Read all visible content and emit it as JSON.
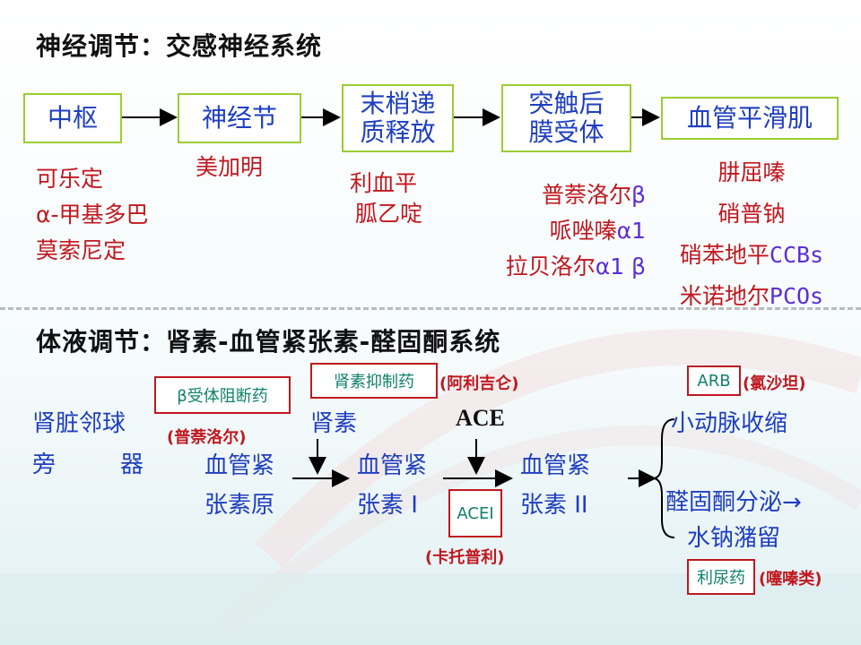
{
  "sections": {
    "neural_title": "神经调节：交感神经系统",
    "humoral_title": "体液调节：肾素-血管紧张素-醛固酮系统"
  },
  "neural": {
    "nodes": {
      "center": "中枢",
      "ganglion": "神经节",
      "ending_line1": "末梢递",
      "ending_line2": "质释放",
      "receptor_line1": "突触后",
      "receptor_line2": "膜受体",
      "smooth_muscle": "血管平滑肌"
    },
    "drugs": {
      "center": [
        "可乐定",
        "α-甲基多巴",
        "莫索尼定"
      ],
      "ganglion": [
        "美加明"
      ],
      "ending": [
        "利血平",
        "胍乙啶"
      ],
      "receptor": [
        {
          "name": "普萘洛尔",
          "suffix": "β"
        },
        {
          "name": "哌唑嗪",
          "suffix": "α1"
        },
        {
          "name": "拉贝洛尔",
          "suffix": "α1 β"
        }
      ],
      "smooth_muscle": [
        {
          "name": "肼屈嗪",
          "suffix": ""
        },
        {
          "name": "硝普钠",
          "suffix": ""
        },
        {
          "name": "硝苯地平",
          "suffix": "CCBs"
        },
        {
          "name": "米诺地尔",
          "suffix": "PCOs"
        }
      ]
    }
  },
  "humoral": {
    "jga_line1": "肾脏邻球",
    "jga_line2_a": "旁",
    "jga_line2_b": "器",
    "beta_blocker_box": "β受体阻断药",
    "beta_blocker_example": "(普萘洛尔)",
    "renin_inhibitor_box": "肾素抑制药",
    "renin_inhibitor_example": "(阿利吉仑)",
    "renin": "肾素",
    "ace": "ACE",
    "angiotensinogen_line1": "血管紧",
    "angiotensinogen_line2": "张素原",
    "ang1_line1": "血管紧",
    "ang1_line2": "张素 I",
    "ang2_line1": "血管紧",
    "ang2_line2": "张素 II",
    "acei_box": "ACEI",
    "acei_example": "(卡托普利)",
    "arb_box": "ARB",
    "arb_example": "(氯沙坦)",
    "vasoconstriction": "小动脉收缩",
    "aldosterone": "醛固酮分泌→",
    "retention": "水钠潴留",
    "diuretic_box": "利尿药",
    "diuretic_example": "(噻嗪类)"
  },
  "colors": {
    "node_border": "#9acd32",
    "node_text": "#1f3fbf",
    "drug_text": "#c0181f",
    "box_text": "#10806e"
  }
}
